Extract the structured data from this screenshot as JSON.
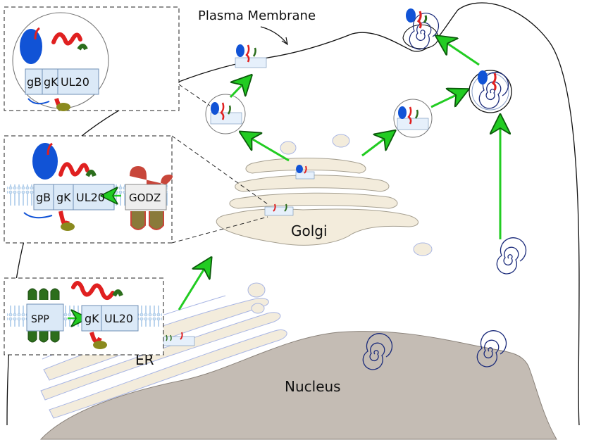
{
  "labels": {
    "plasma_membrane": "Plasma Membrane",
    "golgi": "Golgi",
    "er": "ER",
    "nucleus": "Nucleus"
  },
  "insets": {
    "top": {
      "gb": "gB",
      "gk": "gK",
      "ul20": "UL20"
    },
    "middle": {
      "gb": "gB",
      "gk": "gK",
      "ul20": "UL20",
      "godz": "GODZ"
    },
    "bottom": {
      "spp": "SPP",
      "gk": "gK",
      "ul20": "UL20"
    }
  },
  "colors": {
    "arrow": "#22cc22",
    "golgi_fill": "#f3ecdc",
    "nucleus_fill": "#c4bcb4",
    "gb_blue": "#1153d6",
    "loop_red": "#e02020",
    "loop_green": "#2c6e1c",
    "capsid_navy": "#1a2a7a",
    "membrane_blue": "#a8c8e8"
  }
}
